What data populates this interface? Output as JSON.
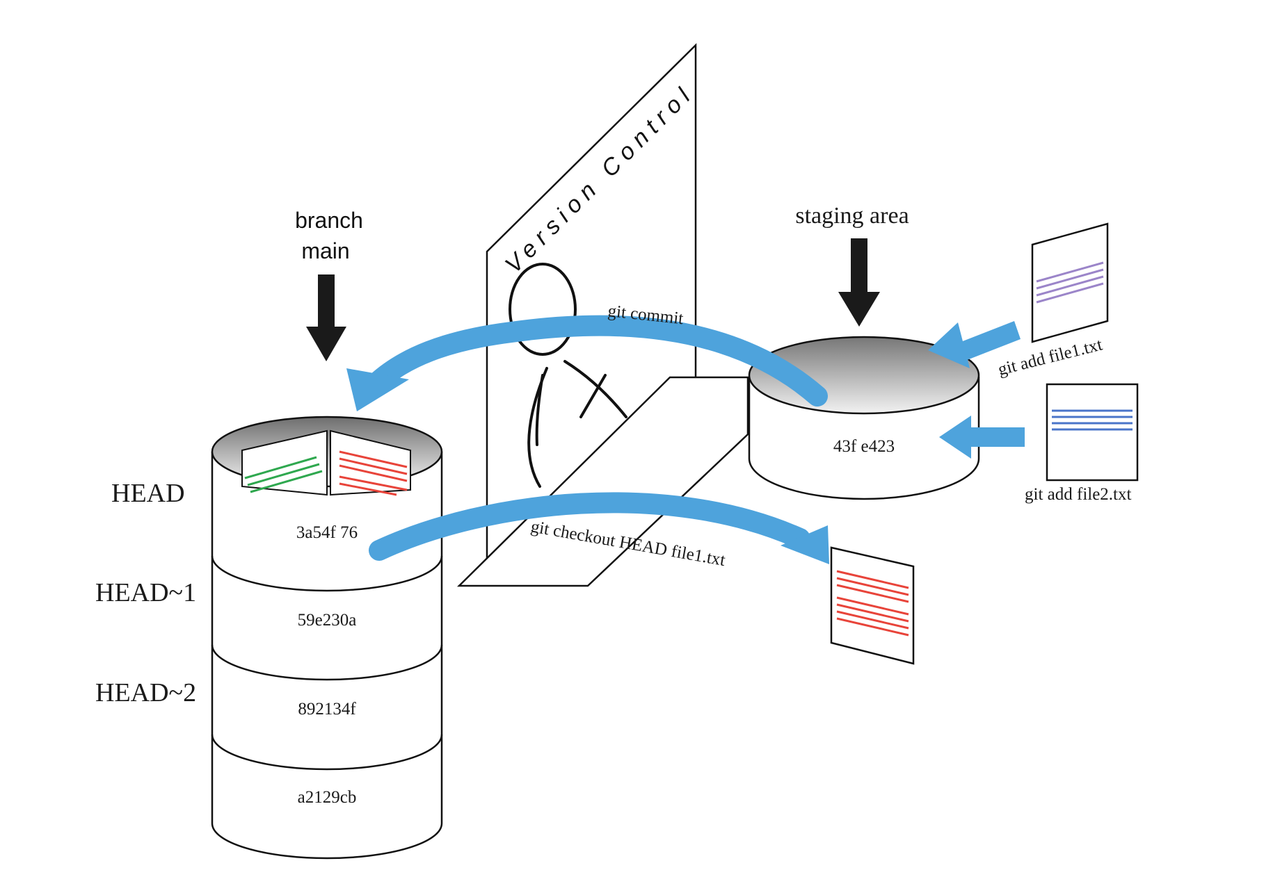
{
  "diagram": {
    "panel_label": "Version Control",
    "branch_label_line1": "branch",
    "branch_label_line2": "main",
    "staging_label": "staging area",
    "staging_commit": "43f e423",
    "head_labels": [
      "HEAD",
      "HEAD~1",
      "HEAD~2"
    ],
    "commits": [
      "3a54f 76",
      "59e230a",
      "892134f",
      "a2129cb"
    ],
    "git_commit_label": "git commit",
    "git_checkout_label": "git checkout HEAD file1.txt",
    "git_add_file1_label": "git add file1.txt",
    "git_add_file2_label": "git add file2.txt"
  },
  "colors": {
    "arrow_blue": "#4ea3dc",
    "line_purple": "#9b85c9",
    "line_blue": "#4a74c9",
    "line_red": "#e8443a",
    "line_green": "#2fa84f",
    "outline": "#111111",
    "label_arrow": "#1a1a1a"
  },
  "icons": {
    "person": "person-icon",
    "document": "document-icon",
    "down_arrow": "down-arrow-icon",
    "curved_arrow": "curved-arrow-icon"
  }
}
